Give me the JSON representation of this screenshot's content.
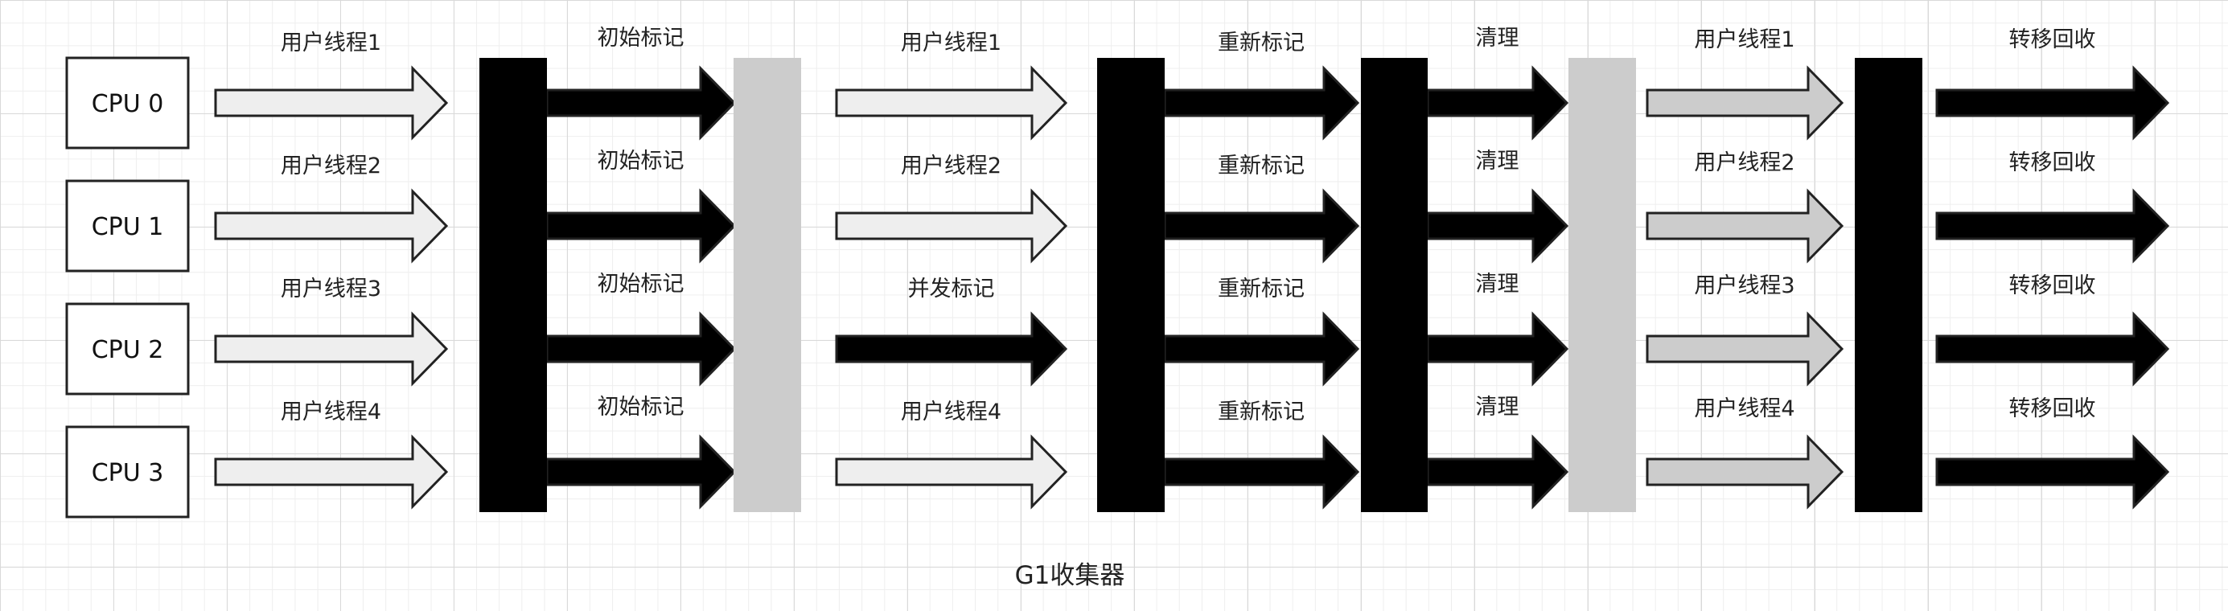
{
  "title": "G1收集器",
  "colors": {
    "user_arrow": "#eeeeee",
    "concurrent_arrow": "#000000",
    "gray_arrow": "#cccccc",
    "stw_bar": "#000000",
    "concurrent_bar": "#cccccc",
    "stroke": "#222222"
  },
  "cpus": [
    "CPU 0",
    "CPU 1",
    "CPU 2",
    "CPU 3"
  ],
  "columns": [
    {
      "id": "phase1-user",
      "labels": [
        "用户线程1",
        "用户线程2",
        "用户线程3",
        "用户线程4"
      ],
      "fills": [
        "user_arrow",
        "user_arrow",
        "user_arrow",
        "user_arrow"
      ]
    },
    {
      "id": "initial-mark",
      "labels": [
        "初始标记",
        "初始标记",
        "初始标记",
        "初始标记"
      ],
      "fills": [
        "concurrent_arrow",
        "concurrent_arrow",
        "concurrent_arrow",
        "concurrent_arrow"
      ]
    },
    {
      "id": "concurrent-mark-phase",
      "labels": [
        "用户线程1",
        "用户线程2",
        "并发标记",
        "用户线程4"
      ],
      "fills": [
        "user_arrow",
        "user_arrow",
        "concurrent_arrow",
        "user_arrow"
      ]
    },
    {
      "id": "remark",
      "labels": [
        "重新标记",
        "重新标记",
        "重新标记",
        "重新标记"
      ],
      "fills": [
        "concurrent_arrow",
        "concurrent_arrow",
        "concurrent_arrow",
        "concurrent_arrow"
      ]
    },
    {
      "id": "cleanup",
      "labels": [
        "清理",
        "清理",
        "清理",
        "清理"
      ],
      "fills": [
        "concurrent_arrow",
        "concurrent_arrow",
        "concurrent_arrow",
        "concurrent_arrow"
      ]
    },
    {
      "id": "phase3-user",
      "labels": [
        "用户线程1",
        "用户线程2",
        "用户线程3",
        "用户线程4"
      ],
      "fills": [
        "gray_arrow",
        "gray_arrow",
        "gray_arrow",
        "gray_arrow"
      ]
    },
    {
      "id": "evacuation",
      "labels": [
        "转移回收",
        "转移回收",
        "转移回收",
        "转移回收"
      ],
      "fills": [
        "concurrent_arrow",
        "concurrent_arrow",
        "concurrent_arrow",
        "concurrent_arrow"
      ]
    }
  ],
  "bars": [
    {
      "id": "stw-initial-mark",
      "fill": "stw_bar"
    },
    {
      "id": "concurrent-mark",
      "fill": "concurrent_bar"
    },
    {
      "id": "stw-remark",
      "fill": "stw_bar"
    },
    {
      "id": "stw-cleanup",
      "fill": "stw_bar"
    },
    {
      "id": "concurrent-cleanup",
      "fill": "concurrent_bar"
    },
    {
      "id": "stw-evacuation",
      "fill": "stw_bar"
    }
  ]
}
